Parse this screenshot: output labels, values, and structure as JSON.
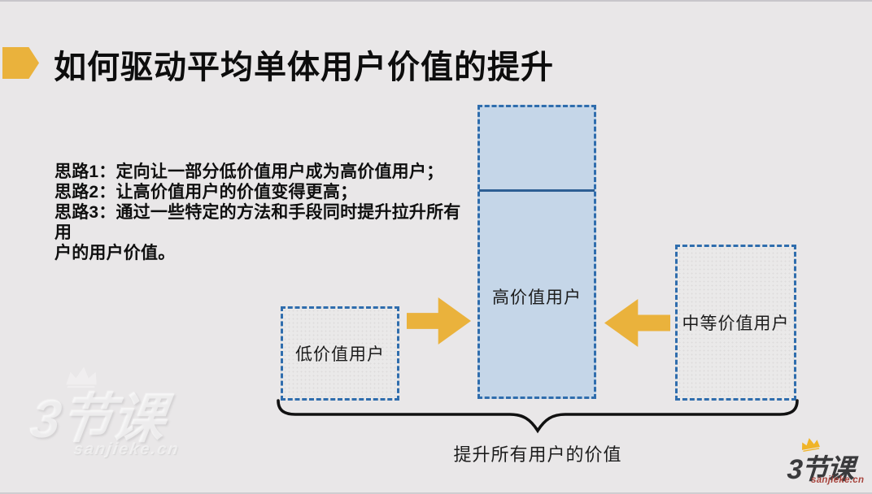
{
  "slide": {
    "title": "如何驱动平均单体用户价值的提升",
    "thoughts": {
      "lines": [
        "思路1：定向让一部分低价值用户成为高价值用户；",
        "思路2：让高价值用户的价值变得更高；",
        "思路3：通过一些特定的方法和手段同时提升拉升所有用",
        "户的用户价值。"
      ]
    },
    "diagram": {
      "low_box_label": "低价值用户",
      "high_box_label": "高价值用户",
      "mid_box_label": "中等价值用户",
      "brace_label": "提升所有用户的价值"
    },
    "branding": {
      "logo_text": "3节课",
      "logo_domain": "sanjieke.cn",
      "watermark_text": "3节课",
      "watermark_domain": "sanjieke.cn"
    },
    "colors": {
      "background": "#e9e7e8",
      "accent_gold": "#eab23c",
      "box_blue_fill": "#c5d6e8",
      "dashed_border_blue": "#2f6dad",
      "divider_blue": "#2d5f93",
      "text_black": "#111111",
      "logo_dark": "#3a3a3c",
      "logo_red": "#a8453e"
    }
  }
}
